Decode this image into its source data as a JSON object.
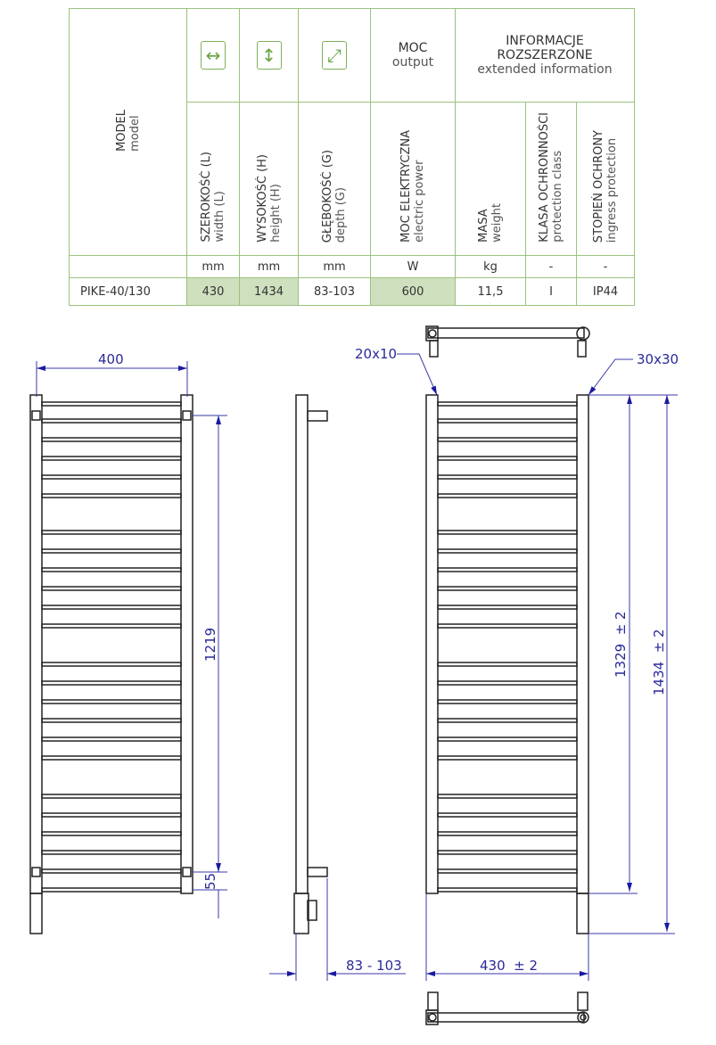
{
  "table": {
    "model_header": {
      "pl": "MODEL",
      "en": "model"
    },
    "width_header": {
      "pl": "SZEROKOŚĆ (L)",
      "en": "width (L)",
      "icon": "horizontal-arrows-icon"
    },
    "height_header": {
      "pl": "WYSOKOŚĆ (H)",
      "en": "height (H)",
      "icon": "vertical-arrows-icon"
    },
    "depth_header": {
      "pl": "GŁĘBOKOŚĆ (G)",
      "en": "depth (G)",
      "icon": "diagonal-arrows-icon"
    },
    "output_group": {
      "pl": "MOC",
      "en": "output"
    },
    "extended_group": {
      "pl1": "INFORMACJE",
      "pl2": "ROZSZERZONE",
      "en": "extended information"
    },
    "power_header": {
      "pl": "MOC ELEKTRYCZNA",
      "en": "electric power"
    },
    "weight_header": {
      "pl": "MASA",
      "en": "weight"
    },
    "class_header": {
      "pl": "KLASA OCHRONNOŚCI",
      "en": "protection class"
    },
    "ingress_header": {
      "pl": "STOPIEŃ OCHRONY",
      "en": "ingress protection"
    },
    "units": [
      "mm",
      "mm",
      "mm",
      "W",
      "kg",
      "-",
      "-"
    ],
    "row": {
      "model": "PIKE-40/130",
      "width": "430",
      "height": "1434",
      "depth": "83-103",
      "power": "600",
      "weight": "11,5",
      "class": "I",
      "ingress": "IP44"
    }
  },
  "drawing": {
    "dim_400": "400",
    "dim_1219": "1219",
    "dim_55": "55",
    "dim_depth": "83 - 103",
    "dim_width": "430  ± 2",
    "dim_1329": "1329  ± 2",
    "dim_1434": "1434  ± 2",
    "label_20x10": "20x10",
    "label_30x30": "30x30"
  },
  "colors": {
    "table_border": "#9bc27e",
    "highlight": "#cfe0bf",
    "dimension": "#2a2a9a"
  }
}
